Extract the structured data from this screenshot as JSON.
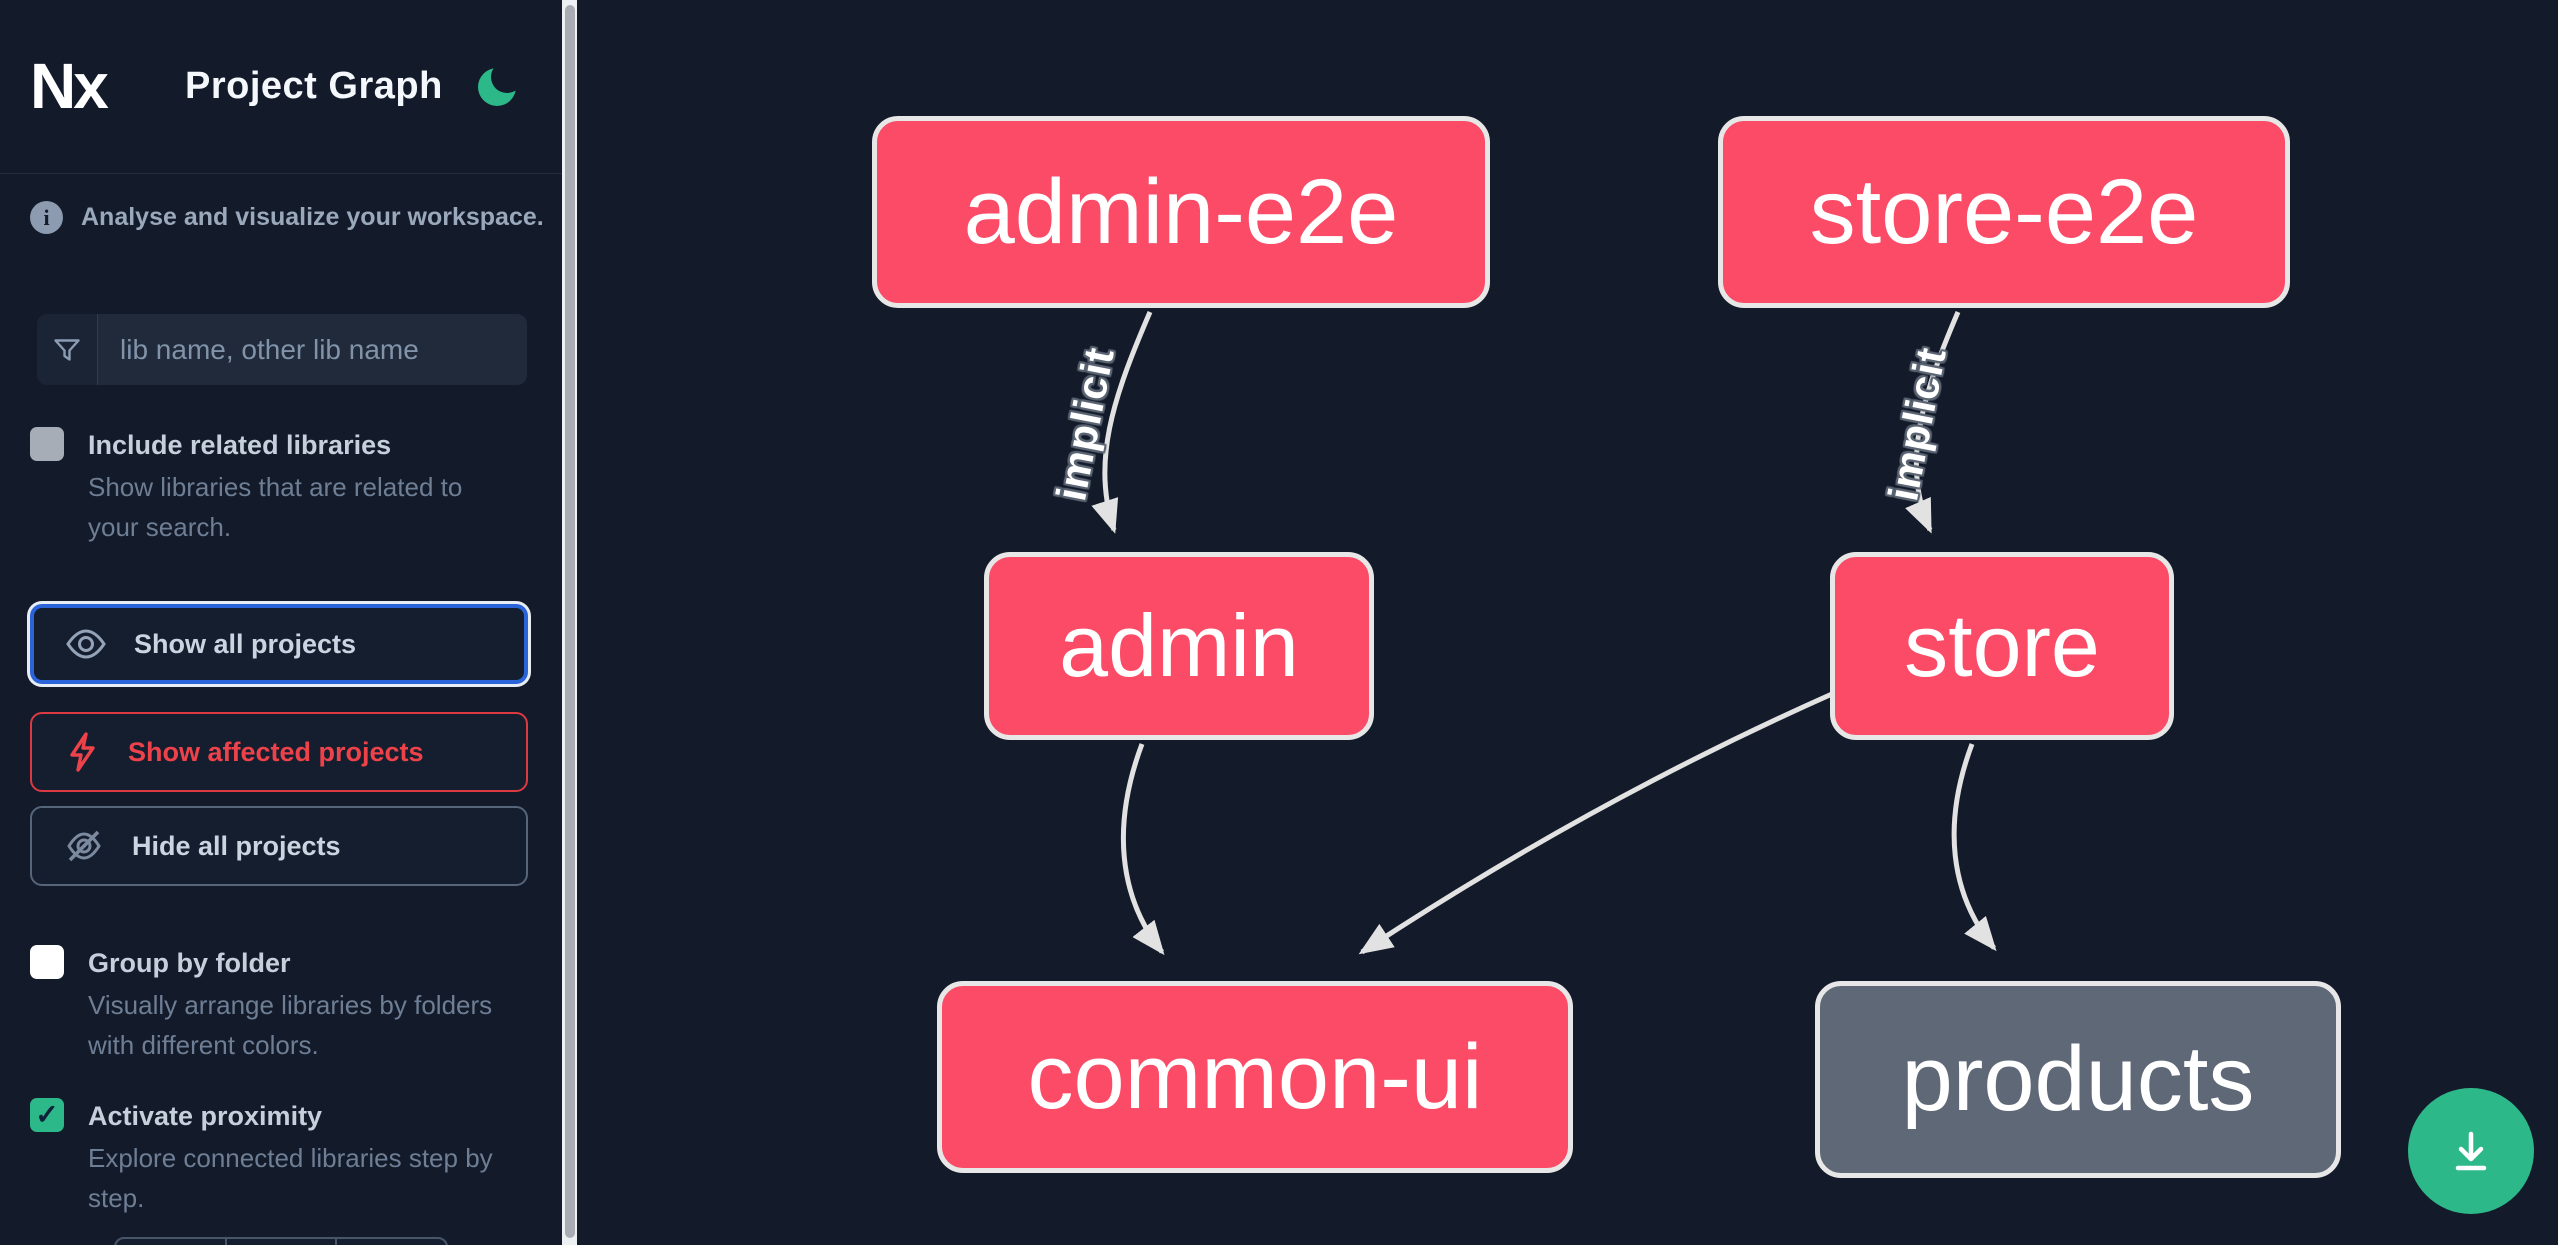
{
  "header": {
    "brand": "Nx",
    "title": "Project Graph",
    "theme_toggle": "dark-mode-moon"
  },
  "sidebar": {
    "tagline": "Analyse and visualize your workspace.",
    "search": {
      "placeholder": "lib name, other lib name"
    },
    "options": [
      {
        "id": "include-related",
        "label": "Include related libraries",
        "description": "Show libraries that are related to your search.",
        "checked": false
      },
      {
        "id": "group-by-folder",
        "label": "Group by folder",
        "description": "Visually arrange libraries by folders with different colors.",
        "checked": false
      },
      {
        "id": "activate-proximity",
        "label": "Activate proximity",
        "description": "Explore connected libraries step by step.",
        "checked": true
      }
    ],
    "actions": [
      {
        "id": "show-all",
        "label": "Show all projects",
        "icon": "eye-icon",
        "state": "focused"
      },
      {
        "id": "show-affected",
        "label": "Show affected projects",
        "icon": "bolt-icon",
        "state": "affected"
      },
      {
        "id": "hide-all",
        "label": "Hide all projects",
        "icon": "eye-off-icon",
        "state": "default"
      }
    ]
  },
  "graph": {
    "nodes": [
      {
        "id": "admin-e2e",
        "label": "admin-e2e",
        "color": "pink"
      },
      {
        "id": "store-e2e",
        "label": "store-e2e",
        "color": "pink"
      },
      {
        "id": "admin",
        "label": "admin",
        "color": "pink"
      },
      {
        "id": "store",
        "label": "store",
        "color": "pink"
      },
      {
        "id": "common-ui",
        "label": "common-ui",
        "color": "pink"
      },
      {
        "id": "products",
        "label": "products",
        "color": "gray"
      }
    ],
    "edges": [
      {
        "from": "admin-e2e",
        "to": "admin",
        "label": "implicit"
      },
      {
        "from": "store-e2e",
        "to": "store",
        "label": "implicit"
      },
      {
        "from": "admin",
        "to": "common-ui",
        "label": ""
      },
      {
        "from": "store",
        "to": "common-ui",
        "label": ""
      },
      {
        "from": "store",
        "to": "products",
        "label": ""
      }
    ]
  },
  "fab": {
    "action": "download-graph-image"
  },
  "colors": {
    "background": "#131a29",
    "node_pink": "#fb4b67",
    "node_gray": "#5f6876",
    "edge": "#e2e2e2",
    "accent_green": "#2db88a",
    "focus_blue": "#2b63d9",
    "affected_red": "#ee424a"
  }
}
